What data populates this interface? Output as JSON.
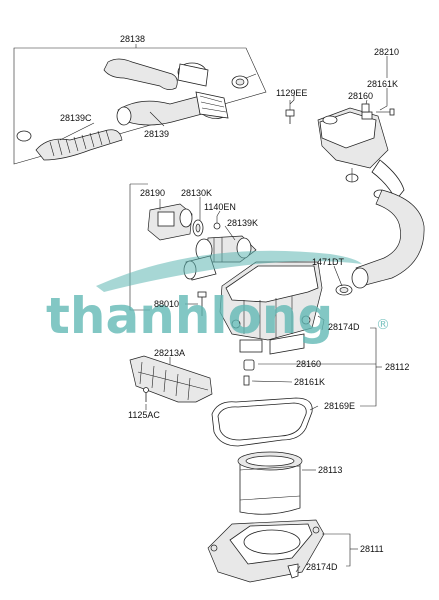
{
  "labels": {
    "l28138": "28138",
    "l28139C": "28139C",
    "l28139": "28139",
    "l28210": "28210",
    "l28161K_top": "28161K",
    "l1129EE": "1129EE",
    "l28160_top": "28160",
    "l28190": "28190",
    "l28130K": "28130K",
    "l1140EN": "1140EN",
    "l28139K": "28139K",
    "l1471DT": "1471DT",
    "l88010": "88010",
    "l28174D_mid": "28174D",
    "l28160_mid": "28160",
    "l28112": "28112",
    "l28213A": "28213A",
    "l28161K_mid": "28161K",
    "l1125AC": "1125AC",
    "l28169E": "28169E",
    "l28113": "28113",
    "l28111": "28111",
    "l28174D_bot": "28174D"
  },
  "watermark": {
    "text": "thanhlong",
    "registered": "®"
  },
  "colors": {
    "watermark": "#5fb7b3",
    "line": "#222222"
  }
}
